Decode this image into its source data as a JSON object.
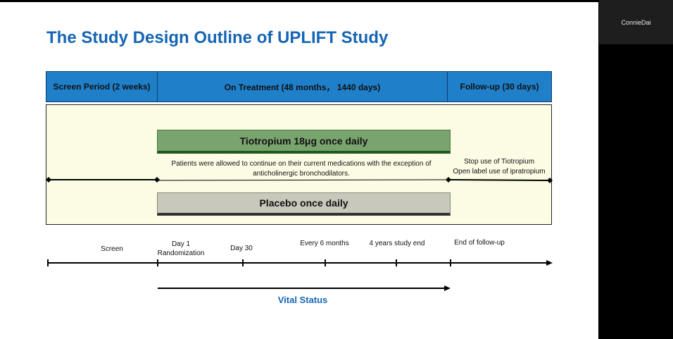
{
  "participant": {
    "name": "ConnieDai"
  },
  "slide": {
    "title": "The Study Design Outline of UPLIFT Study",
    "phases": [
      "Screen Period (2 weeks)",
      "On Treatment (48 months， 1440 days)",
      "Follow-up (30 days)"
    ],
    "arms": {
      "active": "Tiotropium 18μg once daily",
      "placebo": "Placebo  once daily"
    },
    "note": {
      "line1": "Patients were allowed to continue on their current medications with the exception of",
      "line2": "anticholinergic bronchodilators."
    },
    "followup_note": {
      "line1": "Stop use of Tiotropium",
      "line2": "Open label use of ipratropium"
    },
    "timeline": {
      "screen": "Screen",
      "day1_line1": "Day 1",
      "day1_line2": "Randomization",
      "day30": "Day 30",
      "every6": "Every 6 months",
      "end4y": "4 years study end",
      "end_followup": "End of follow-up"
    },
    "vital_status": "Vital Status"
  },
  "colors": {
    "title": "#1565b4",
    "phase_bar": "#1f7fc9",
    "main_box": "#fcfbe4",
    "active_arm": "#7aa46e",
    "placebo_arm": "#c8c8bc"
  }
}
